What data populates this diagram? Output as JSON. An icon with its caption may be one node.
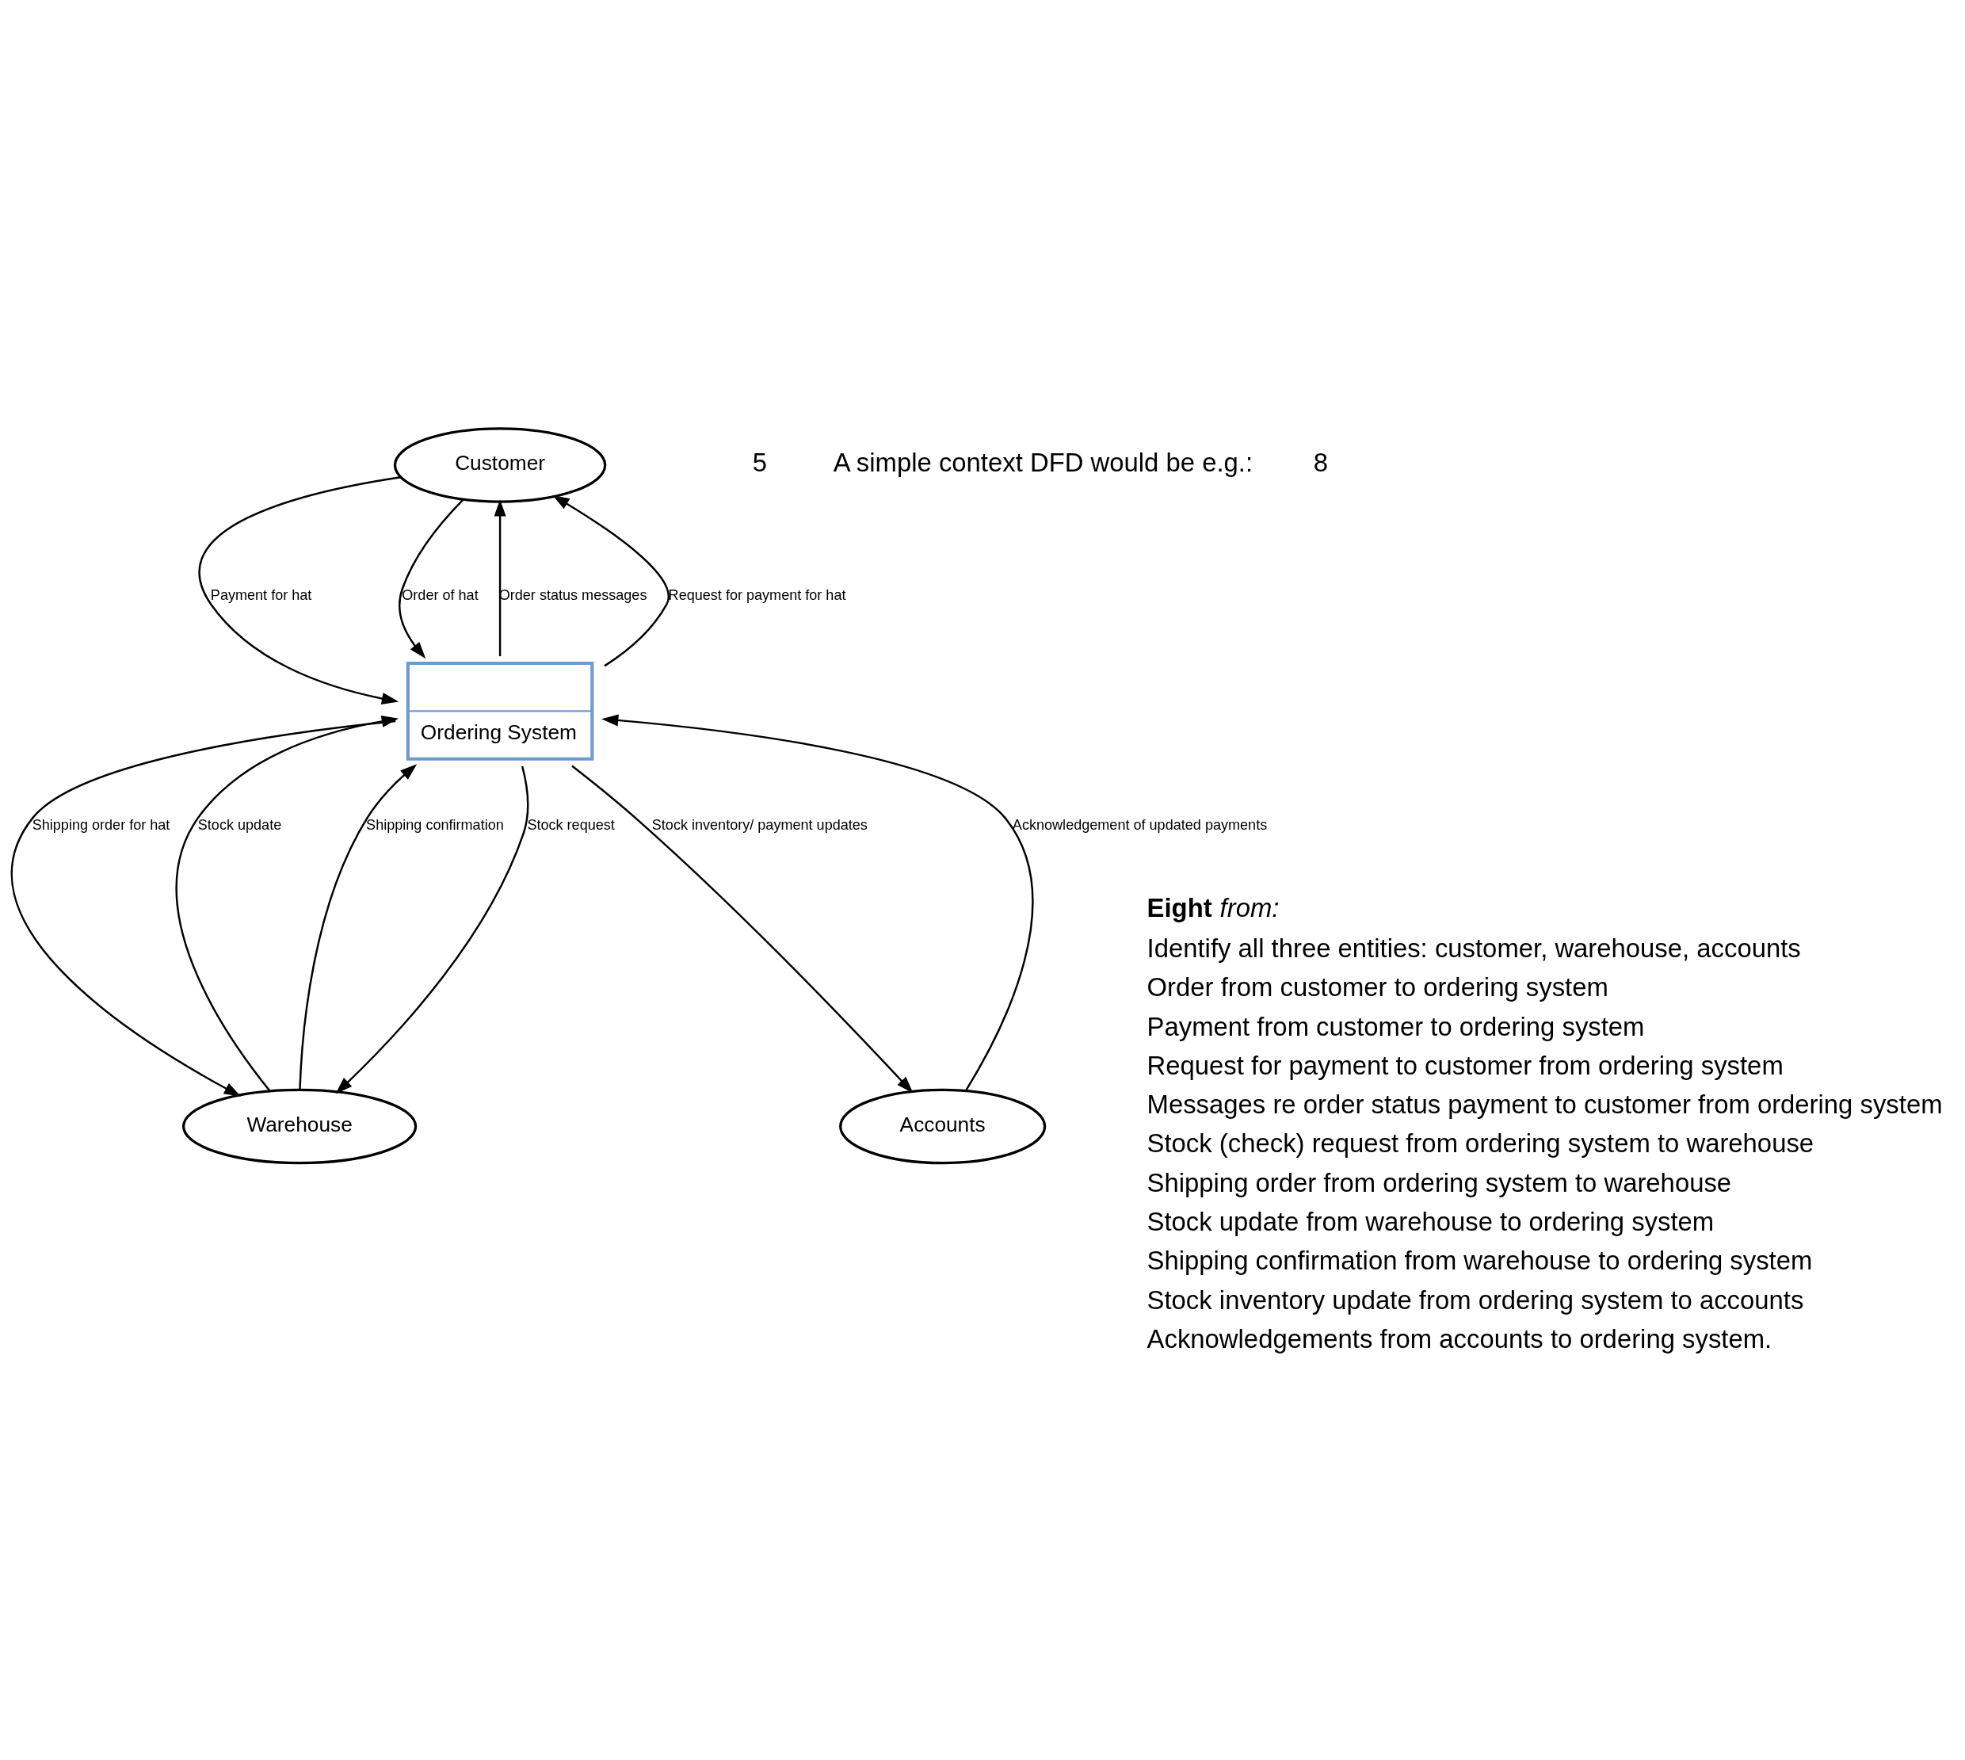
{
  "diagram": {
    "nodes": [
      {
        "text": [
          "Customer"
        ]
      },
      {
        "text": [
          "Warehouse"
        ]
      },
      {
        "text": [
          "Ordering System"
        ]
      },
      {
        "text": [
          "Accounts"
        ]
      }
    ],
    "edges": [
      {
        "from": 0,
        "to": 2,
        "arrow": "to",
        "label": "Payment for hat"
      },
      {
        "from": 0,
        "to": 2,
        "arrow": "to",
        "label": "Order of hat"
      },
      {
        "from": 2,
        "to": 0,
        "arrow": "to",
        "label": "Order status messages"
      },
      {
        "from": 2,
        "to": 0,
        "arrow": "to",
        "label": "Request for payment for hat"
      },
      {
        "from": 2,
        "to": 1,
        "arrow": "to",
        "label": "Stock request"
      },
      {
        "from": 1,
        "to": 2,
        "arrow": "to",
        "label": "Stock update"
      },
      {
        "from": 2,
        "to": 1,
        "arrow": "to",
        "label": "Shipping order for hat"
      },
      {
        "from": 1,
        "to": 2,
        "arrow": "to",
        "label": "Shipping confirmation"
      },
      {
        "from": 3,
        "to": 2,
        "arrow": "to",
        "label": "Acknowledgement of updated payments"
      },
      {
        "from": 2,
        "to": 3,
        "arrow": "to",
        "label": "Stock inventory/ payment updates"
      }
    ],
    "labels": [
      "5",
      "A simple context DFD would be e.g.:",
      "8",
      "**Eight** *from:*",
      "Identify all three entities: customer, warehouse, accounts",
      "Order from customer to ordering system",
      "Payment from customer to ordering system",
      "Request for payment to customer from ordering system",
      "Messages re order status payment to customer from ordering system",
      "Stock (check) request from ordering system to warehouse",
      "Shipping order from ordering system to warehouse",
      "Stock update from warehouse to ordering system",
      "Shipping confirmation from warehouse to ordering system",
      "Stock inventory update from ordering system to accounts",
      "Acknowledgements from accounts to ordering system."
    ]
  }
}
